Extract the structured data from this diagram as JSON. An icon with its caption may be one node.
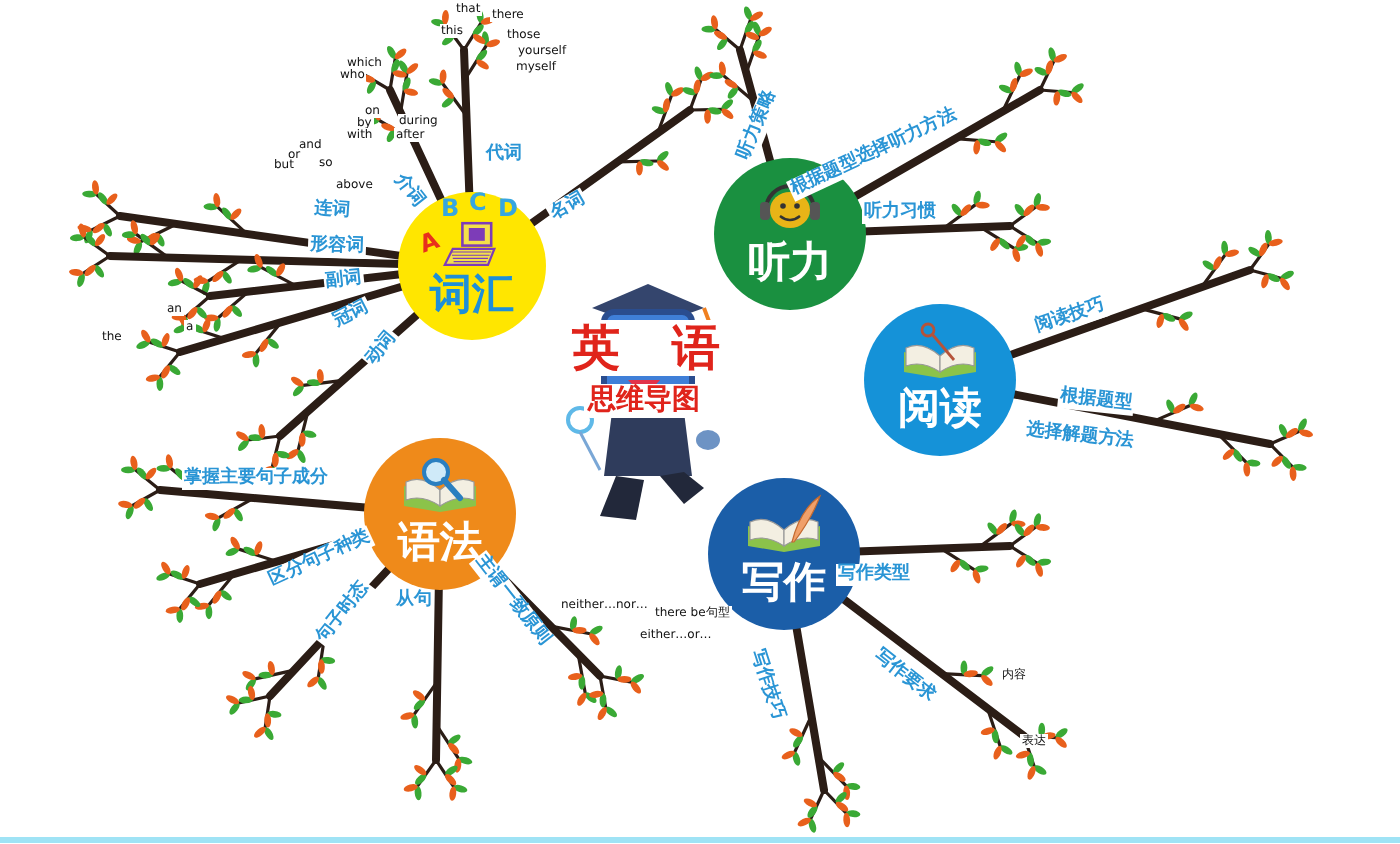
{
  "diagram": {
    "nodes": [
      {
        "text": [
          "英语",
          "思维导图"
        ]
      },
      {
        "text": [
          "词汇"
        ]
      },
      {
        "text": [
          "听力"
        ]
      },
      {
        "text": [
          "阅读"
        ]
      },
      {
        "text": [
          "写作"
        ]
      },
      {
        "text": [
          "语法"
        ]
      }
    ],
    "labels": [
      "代词",
      "名词",
      "介词",
      "连词",
      "形容词",
      "副词",
      "冠词",
      "动词",
      "听力策略",
      "根据题型选择听力方法",
      "听力习惯",
      "阅读技巧",
      "根据题型",
      "选择解题方法",
      "写作类型",
      "写作技巧",
      "写作要求",
      "掌握主要句子成分",
      "区分句子种类",
      "句子时态",
      "从句",
      "主谓一致原则",
      "A",
      "B",
      "C",
      "D",
      "that",
      "there",
      "this",
      "those",
      "yourself",
      "myself",
      "which",
      "who",
      "on",
      "by",
      "with",
      "during",
      "after",
      "and",
      "or",
      "but",
      "so",
      "above",
      "an",
      "a",
      "the",
      "neither…nor…",
      "there be句型",
      "either…or…",
      "内容",
      "表达"
    ]
  }
}
